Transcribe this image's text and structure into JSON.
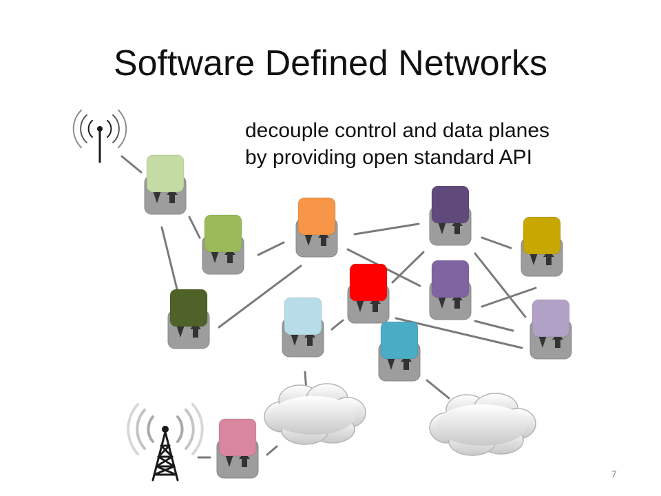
{
  "slide": {
    "title": "Software Defined Networks",
    "subtitle_lines": [
      "decouple control and data planes",
      "by providing open standard API"
    ],
    "page_number": "7"
  },
  "colors": {
    "switch_light_green": "#c5dba4",
    "switch_green": "#9bbb59",
    "switch_dark_green": "#4f6228",
    "switch_orange": "#f79646",
    "switch_light_blue": "#b7dde8",
    "switch_red": "#ff0000",
    "switch_teal": "#4bacc6",
    "switch_dark_purple": "#604a7b",
    "switch_purple": "#8064a2",
    "switch_lavender": "#b2a1c7",
    "switch_gold": "#c8a800",
    "switch_pink": "#d9869f",
    "switch_base": "#9d9d9d",
    "link": "#7a7a7a"
  },
  "icons": {
    "antenna": "wireless-antenna-icon",
    "tower": "cell-tower-icon",
    "cloud": "cloud-icon",
    "switch": "network-switch-icon"
  }
}
